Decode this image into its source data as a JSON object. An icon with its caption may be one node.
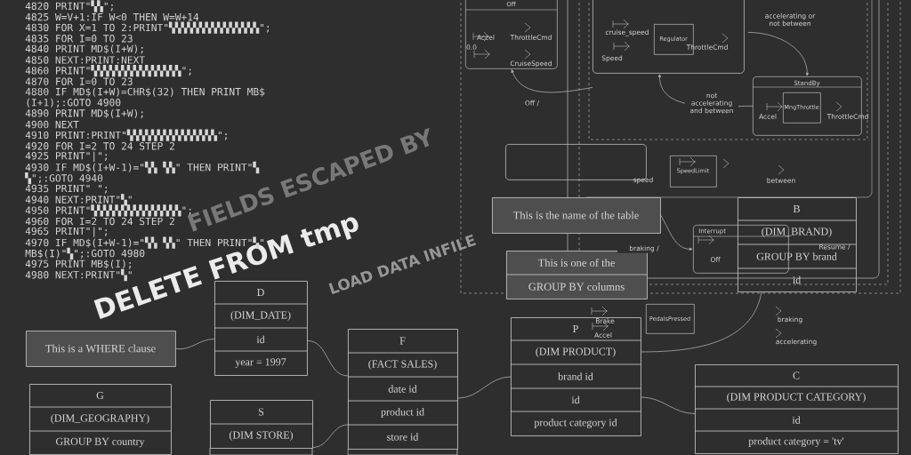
{
  "diagram": {
    "nodes": [
      {
        "text": [
          "Off"
        ]
      },
      {
        "text": [],
        "shape": "box"
      },
      {
        "text": [
          "Regulator"
        ],
        "in": 1
      },
      {
        "text": [
          "StandBy"
        ]
      },
      {
        "text": [
          "MngThrottle"
        ],
        "in": 3
      },
      {
        "text": [],
        "shape": "box"
      },
      {
        "text": [
          "SpeedLimit"
        ]
      },
      {
        "text": [
          "This is the name of the table"
        ]
      },
      {
        "text": [
          "B",
          "(DIM_BRAND)",
          "GROUP BY brand",
          "id"
        ]
      },
      {
        "text": [
          "Interrupt"
        ]
      },
      {
        "text": [
          "This is one of the",
          "GROUP BY columns"
        ]
      },
      {
        "text": [
          "D",
          "(DIM_DATE)",
          "id",
          "year = 1997"
        ]
      },
      {
        "text": [
          "This is a WHERE clause"
        ]
      },
      {
        "text": [
          "F",
          "(FACT SALES)",
          "date id",
          "product id",
          "store id"
        ]
      },
      {
        "text": [
          "P",
          "(DIM PRODUCT)",
          "brand id",
          "id",
          "product category id"
        ]
      },
      {
        "text": [
          "PedalsPressed"
        ]
      },
      {
        "text": [
          "C",
          "(DIM PRODUCT CATEGORY)",
          "id",
          "product category = 'tv'"
        ]
      },
      {
        "text": [
          "G",
          "(DIM_GEOGRAPHY)",
          "GROUP BY country"
        ]
      },
      {
        "text": [
          "S",
          "(DIM STORE)"
        ]
      }
    ],
    "edges": [
      {
        "from": 1,
        "to": 0,
        "arrow": "to",
        "label": "Off /"
      },
      {
        "from": 1,
        "to": 3,
        "arrow": "to",
        "label": "accelerating or not between"
      },
      {
        "from": 3,
        "to": 1,
        "arrow": "to",
        "label": "not accelerating and between"
      },
      {
        "from": 12,
        "to": 11,
        "arrow": "none"
      },
      {
        "from": 11,
        "to": 13,
        "arrow": "none"
      },
      {
        "from": 18,
        "to": 13,
        "arrow": "none"
      },
      {
        "from": 13,
        "to": 14,
        "arrow": "none"
      },
      {
        "from": 14,
        "to": 16,
        "arrow": "none"
      },
      {
        "from": 14,
        "to": 8,
        "arrow": "none"
      },
      {
        "from": 7,
        "to": 9,
        "arrow": "to",
        "label": "braking /"
      }
    ],
    "labels": [
      "4820 PRINT\"▚▚\";",
      "4825 W=V+1:IF W<0 THEN W=W+14",
      "4830 FOR X=1 TO 2:PRINT\"▚▚▚▚▚▚▚▚▚▚▚▚▚▚▚\";",
      "4835 FOR I=0 TO 23",
      "4840 PRINT MD$(I+W);",
      "4850 NEXT:PRINT:NEXT",
      "4860 PRINT\"▚▚▚▚▚▚▚▚▚▚▚▚▚▚▚\";",
      "4870 FOR I=0 TO 23",
      "4880 IF MD$(I+W)=CHR$(32) THEN PRINT MB$",
      "(I+1);:GOTO 4900",
      "4890 PRINT MD$(I+W);",
      "4900 NEXT",
      "4910 PRINT:PRINT\"▚▚▚▚▚▚▚▚▚▚▚▚▚▚▚\";",
      "4920 FOR I=2 TO 24 STEP 2",
      "4925 PRINT\"|\";",
      "4930 IF MD$(I+W-1)=\"▚▚ ▚▚\" THEN PRINT\"▚",
      "▚\";:GOTO 4940",
      "4935 PRINT\" \";",
      "4940 NEXT:PRINT\"▚\"",
      "4950 PRINT\"▚▚▚▚▚▚▚▚▚▚▚▚▚▚▚\";",
      "4960 FOR I=2 TO 24 STEP 2",
      "4965 PRINT\"|\";",
      "4970 IF MD$(I+W-1)=\"▚▚ ▚▚\" THEN PRINT\"▚\"",
      "MB$(I)\"▚\";:GOTO 4980",
      "4975 PRINT MB$(I);",
      "4980 NEXT:PRINT\"▚\"",
      "FIELDS ESCAPED BY",
      "LOAD DATA INFILE",
      "DELETE FROM tmp",
      "Accel",
      "ThrottleCmd",
      "0.0",
      "CruiseSpeed",
      "cruise_speed",
      "Speed",
      "ThrottleCmd",
      "Accel",
      "ThrottleCmd",
      "speed",
      "between",
      "Off",
      "Resume /",
      "Brake",
      "Accel",
      "braking",
      "accelerating"
    ]
  }
}
